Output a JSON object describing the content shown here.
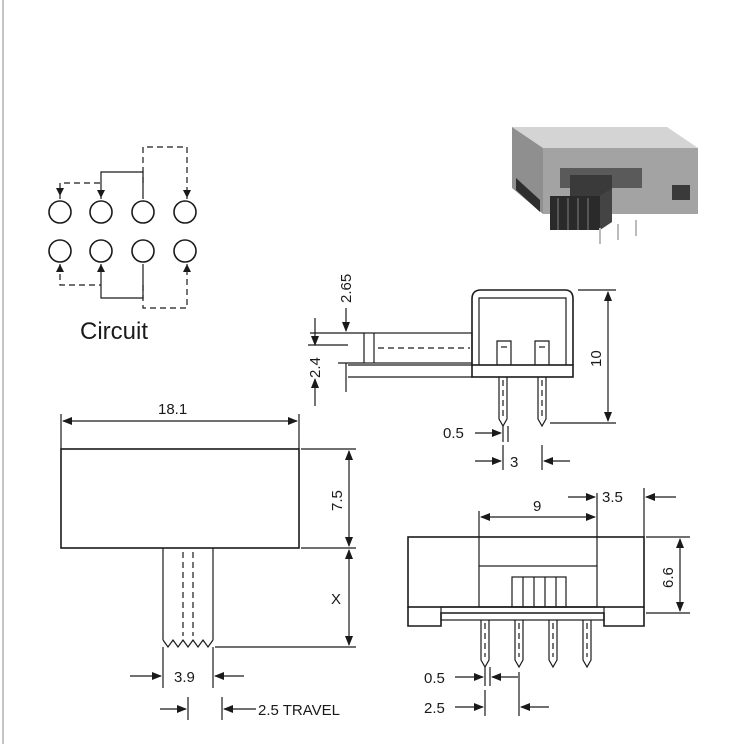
{
  "circuit": {
    "caption": "Circuit"
  },
  "dimensions": {
    "d_2_65": "2.65",
    "d_2_4": "2.4",
    "d_10": "10",
    "d_0_5_side": "0.5",
    "d_3": "3",
    "d_18_1": "18.1",
    "d_7_5": "7.5",
    "d_x": "X",
    "d_3_9": "3.9",
    "d_travel": "2.5 TRAVEL",
    "d_9": "9",
    "d_3_5": "3.5",
    "d_6_6": "6.6",
    "d_0_5_front": "0.5",
    "d_2_5": "2.5"
  },
  "colors": {
    "line": "#1a1a1a",
    "background": "#ffffff",
    "photo_body": "#9a9a9a",
    "photo_actuator": "#3a3a3a"
  }
}
